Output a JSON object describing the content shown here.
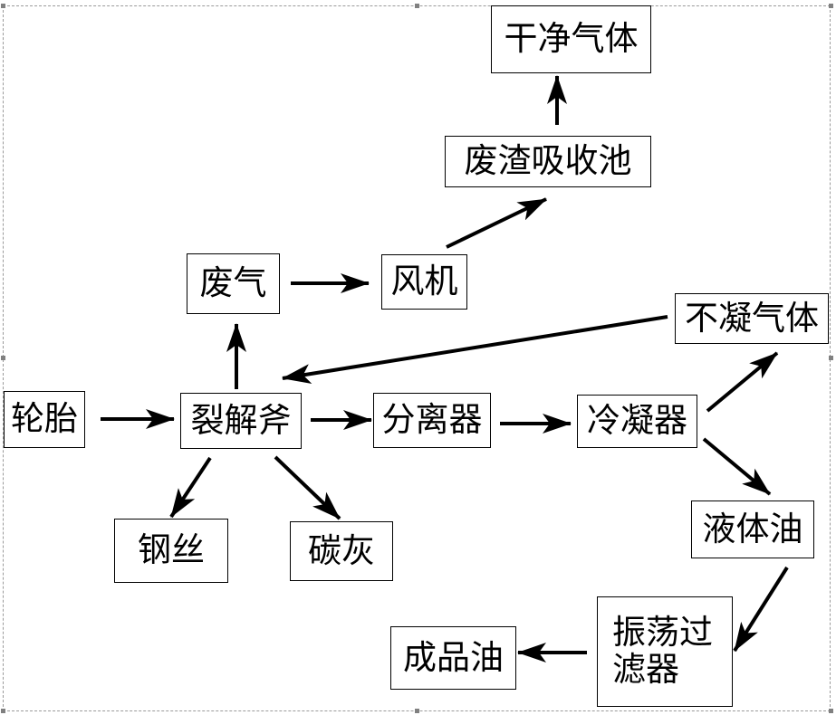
{
  "diagram": {
    "nodes": {
      "clean_gas": "干净气体",
      "residue_pool": "废渣吸收池",
      "waste_gas": "废气",
      "fan": "风机",
      "noncondensable_gas": "不凝气体",
      "tire": "轮胎",
      "cracking_kettle": "裂解斧",
      "separator": "分离器",
      "condenser": "冷凝器",
      "steel_wire": "钢丝",
      "carbon_ash": "碳灰",
      "liquid_oil": "液体油",
      "vibrating_filter_line1": "振荡过",
      "vibrating_filter_line2": "滤器",
      "finished_oil": "成品油"
    },
    "edges": [
      {
        "from": "tire",
        "to": "cracking_kettle"
      },
      {
        "from": "cracking_kettle",
        "to": "waste_gas"
      },
      {
        "from": "waste_gas",
        "to": "fan"
      },
      {
        "from": "fan",
        "to": "residue_pool"
      },
      {
        "from": "residue_pool",
        "to": "clean_gas"
      },
      {
        "from": "cracking_kettle",
        "to": "separator"
      },
      {
        "from": "separator",
        "to": "condenser"
      },
      {
        "from": "condenser",
        "to": "noncondensable_gas"
      },
      {
        "from": "noncondensable_gas",
        "to": "cracking_kettle"
      },
      {
        "from": "condenser",
        "to": "liquid_oil"
      },
      {
        "from": "liquid_oil",
        "to": "vibrating_filter"
      },
      {
        "from": "vibrating_filter",
        "to": "finished_oil"
      },
      {
        "from": "cracking_kettle",
        "to": "steel_wire"
      },
      {
        "from": "cracking_kettle",
        "to": "carbon_ash"
      }
    ]
  }
}
